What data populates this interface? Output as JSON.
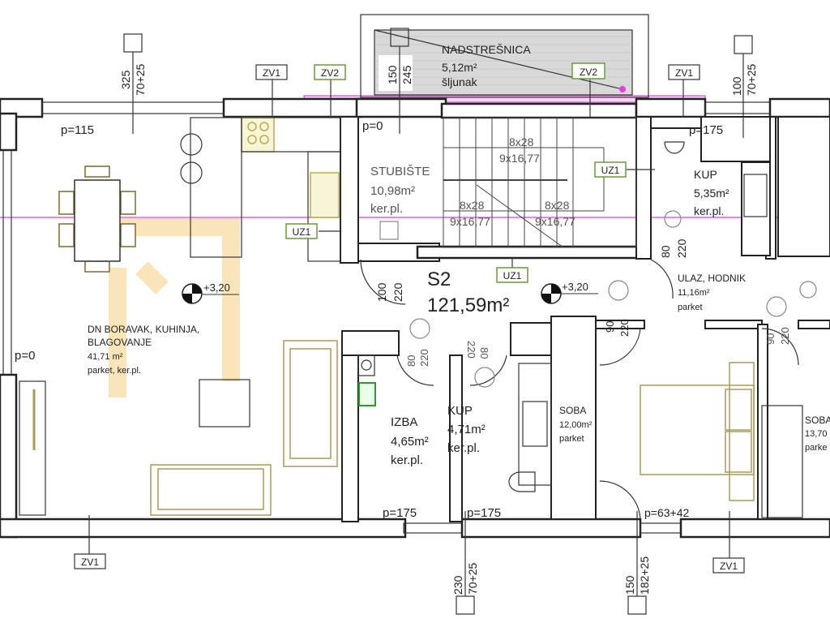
{
  "plan": {
    "unit": {
      "name": "S2",
      "area": "121,59m²"
    },
    "rooms": [
      {
        "name": "DN BORAVAK, KUHINJA,",
        "name2": "BLAGOVANJE",
        "area": "41,71 m²",
        "floor": "parket, ker.pl."
      },
      {
        "name": "STUBIŠTE",
        "area": "10,98m²",
        "floor": "ker.pl."
      },
      {
        "name": "NADSTREŠNICA",
        "area": "5,12m²",
        "floor": "šljunak"
      },
      {
        "name": "KUP",
        "area": "5,35m²",
        "floor": "ker.pl."
      },
      {
        "name": "ULAZ, HODNIK",
        "area": "11,16m²",
        "floor": "parket"
      },
      {
        "name": "IZBA",
        "area": "4,65m²",
        "floor": "ker.pl."
      },
      {
        "name": "KUP",
        "area": "4,71m²",
        "floor": "ker.pl."
      },
      {
        "name": "SOBA",
        "area": "12,00m²",
        "floor": "parket"
      },
      {
        "name": "SOBA",
        "area": "13,70",
        "floor": "parke"
      }
    ],
    "stairs": {
      "a1": "8x28",
      "a2": "9x16,77",
      "b1": "8x28",
      "b2": "9x16,77",
      "c1": "8x28",
      "c2": "9x16,77"
    },
    "tags": {
      "zv1": "ZV1",
      "zv2": "ZV2",
      "uz1": "UZ1"
    },
    "levels": {
      "elev": "+3,20"
    },
    "sills": {
      "p115": "p=115",
      "p0": "p=0",
      "p0b": "p=0",
      "p175a": "p=175",
      "p175b": "p=175",
      "p175c": "p=175",
      "p6342": "p=63+42"
    },
    "dims": {
      "w1a": "325",
      "w1b": "70+25",
      "w2a": "150",
      "w2b": "245",
      "w3a": "100",
      "w3b": "70+25",
      "w4a": "230",
      "w4b": "70+25",
      "w5a": "150",
      "w5b": "182+25",
      "d1a": "100",
      "d1b": "220",
      "d2a": "80",
      "d2b": "220",
      "d3a": "80",
      "d3b": "220",
      "d4a": "80",
      "d4b": "220",
      "d5a": "90",
      "d5b": "220",
      "d6a": "90",
      "d6b": "220"
    }
  }
}
